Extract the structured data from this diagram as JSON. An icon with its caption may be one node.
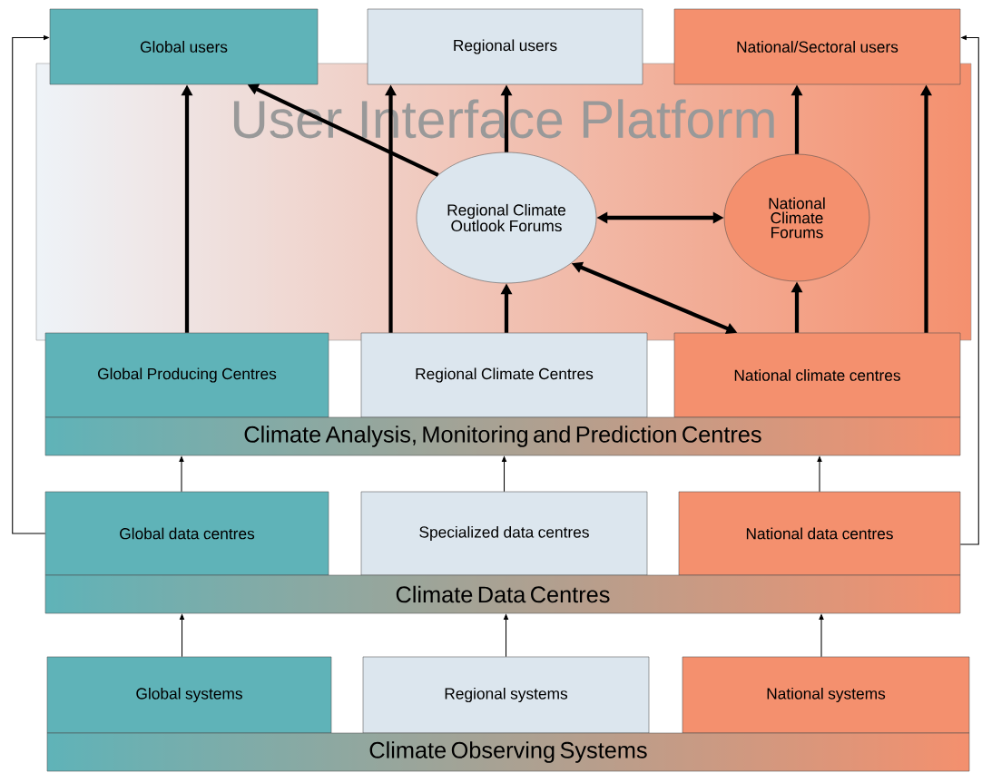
{
  "diagram": {
    "nodes": [
      {
        "text": [
          "Global users"
        ]
      },
      {
        "text": [
          "Regional users"
        ]
      },
      {
        "text": [
          "National/Sectoral users"
        ]
      },
      {
        "text": [
          "User Interface Platform"
        ]
      },
      {
        "text": [
          "Regional Climate Outlook Forums"
        ],
        "in": 3
      },
      {
        "text": [
          "National Climate Forums"
        ],
        "in": 3
      },
      {
        "text": [
          "Global Producing Centres"
        ]
      },
      {
        "text": [
          "Regional Climate Centres"
        ]
      },
      {
        "text": [
          "National climate centres"
        ]
      },
      {
        "text": [
          "Climate Analysis, Monitoring and Prediction Centres"
        ]
      },
      {
        "text": [
          "Global data centres"
        ]
      },
      {
        "text": [
          "Specialized data centres"
        ]
      },
      {
        "text": [
          "National data centres"
        ]
      },
      {
        "text": [
          "Climate Data Centres"
        ]
      },
      {
        "text": [
          "Global systems"
        ]
      },
      {
        "text": [
          "Regional systems"
        ]
      },
      {
        "text": [
          "National systems"
        ]
      },
      {
        "text": [
          "Climate Observing Systems"
        ]
      }
    ],
    "edges": [
      {
        "from": 6,
        "to": 0,
        "arrow": "to"
      },
      {
        "from": 4,
        "to": 0,
        "arrow": "to"
      },
      {
        "from": 7,
        "to": 1,
        "arrow": "to"
      },
      {
        "from": 4,
        "to": 1,
        "arrow": "to"
      },
      {
        "from": 7,
        "to": 4,
        "arrow": "to"
      },
      {
        "from": 4,
        "to": 5,
        "arrow": "both"
      },
      {
        "from": 4,
        "to": 8,
        "arrow": "both"
      },
      {
        "from": 8,
        "to": 5,
        "arrow": "to"
      },
      {
        "from": 5,
        "to": 2,
        "arrow": "to"
      },
      {
        "from": 8,
        "to": 2,
        "arrow": "to"
      },
      {
        "from": 10,
        "to": 9,
        "arrow": "to"
      },
      {
        "from": 11,
        "to": 9,
        "arrow": "to"
      },
      {
        "from": 12,
        "to": 9,
        "arrow": "to"
      },
      {
        "from": 14,
        "to": 13,
        "arrow": "to"
      },
      {
        "from": 15,
        "to": 13,
        "arrow": "to"
      },
      {
        "from": 16,
        "to": 13,
        "arrow": "to"
      },
      {
        "from": 10,
        "to": 0,
        "arrow": "to"
      },
      {
        "from": 12,
        "to": 2,
        "arrow": "to"
      }
    ]
  }
}
